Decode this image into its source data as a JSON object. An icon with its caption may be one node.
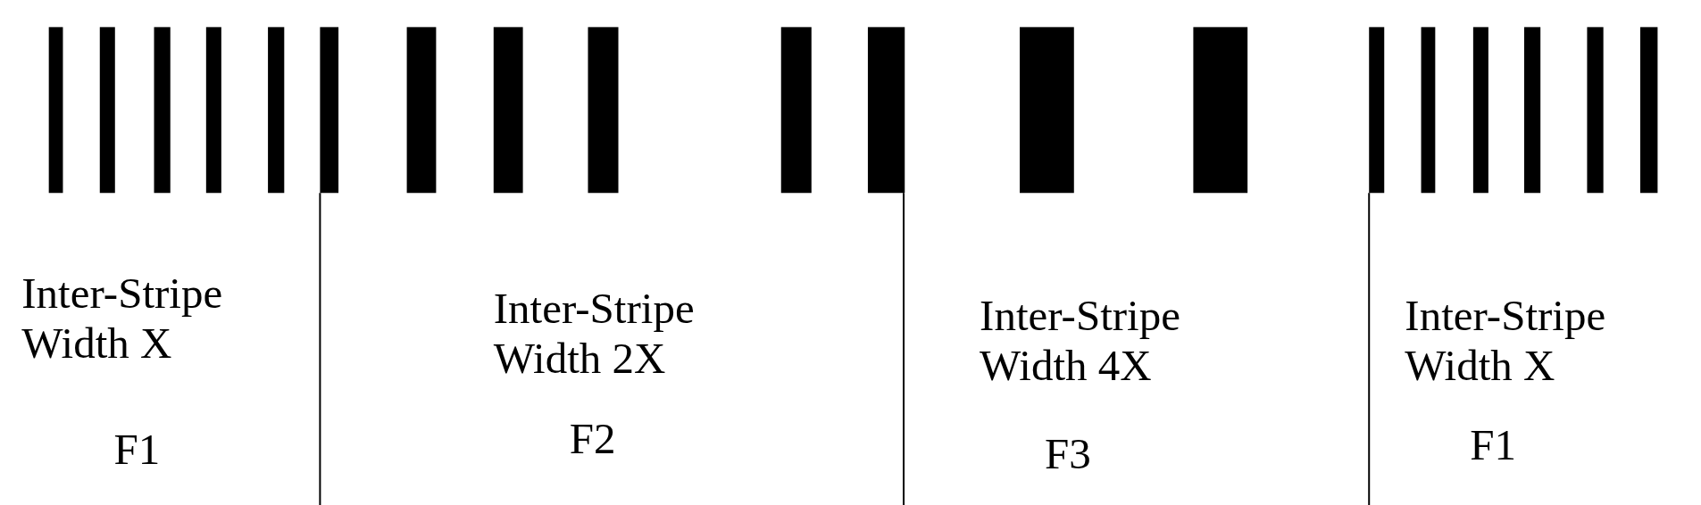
{
  "diagram": {
    "labels": [
      "Inter-Stripe Width X",
      "F1",
      "Inter-Stripe Width 2X",
      "F2",
      "Inter-Stripe Width 4X",
      "F3",
      "Inter-Stripe Width X",
      "F1"
    ]
  }
}
